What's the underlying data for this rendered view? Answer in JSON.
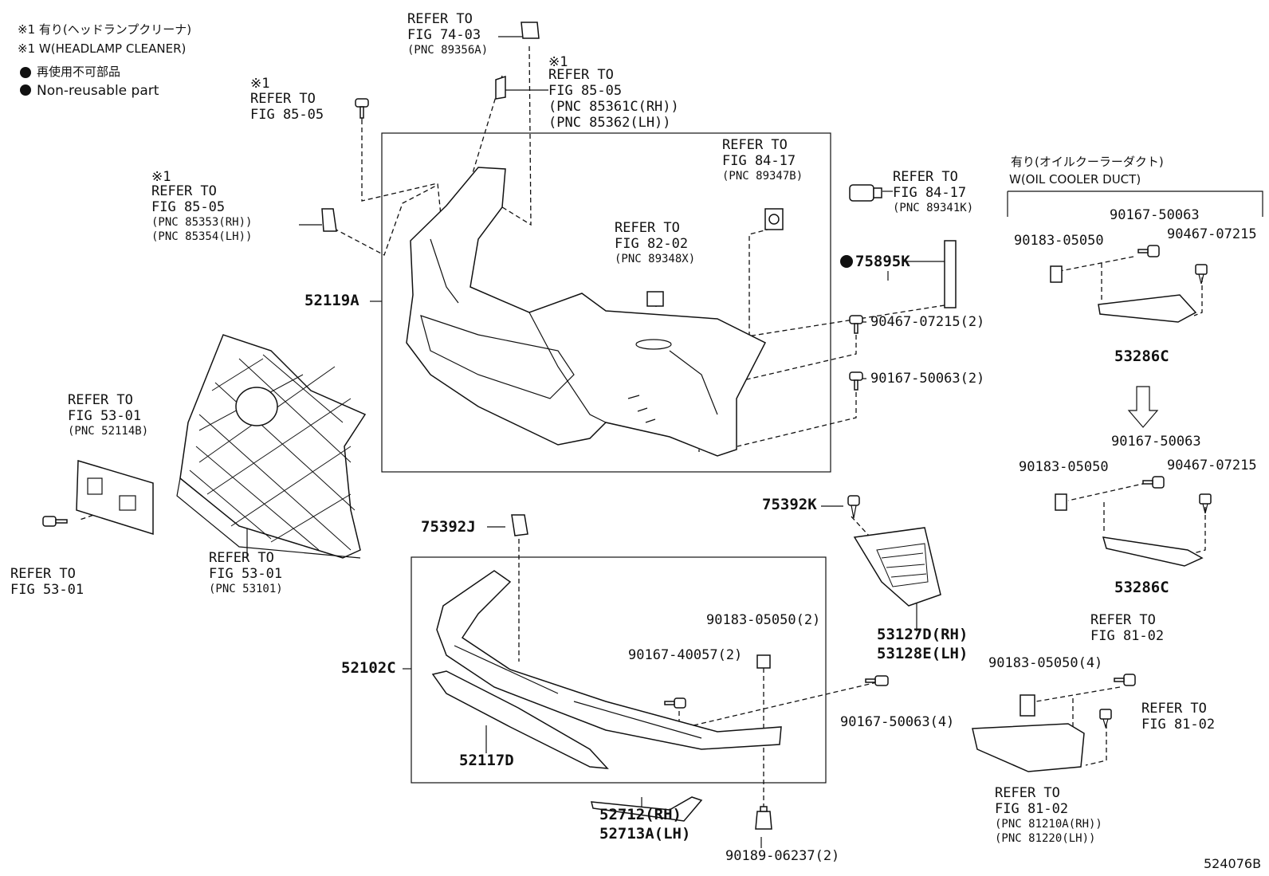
{
  "legend": {
    "note1_jp": "※1 有り(ヘッドランプクリーナ)",
    "note1_en": "※1 W(HEADLAMP CLEANER)",
    "nonreuse_jp": "再使用不可部品",
    "nonreuse_en": "Non-reusable part"
  },
  "oil_cooler": {
    "jp": "有り(オイルクーラーダクト)",
    "en": "W(OIL COOLER DUCT)"
  },
  "markers": {
    "note": "※1"
  },
  "refs": {
    "r1": [
      "REFER TO",
      "FIG 74-03",
      "(PNC 89356A)"
    ],
    "r2": [
      "REFER TO",
      "FIG 85-05",
      "(PNC 85361C(RH))",
      "(PNC 85362(LH))"
    ],
    "r3": [
      "REFER TO",
      "FIG 85-05"
    ],
    "r4": [
      "REFER TO",
      "FIG 85-05",
      "(PNC 85353(RH))",
      "(PNC 85354(LH))"
    ],
    "r5": [
      "REFER TO",
      "FIG 84-17",
      "(PNC 89347B)"
    ],
    "r6": [
      "REFER TO",
      "FIG 84-17",
      "(PNC 89341K)"
    ],
    "r7": [
      "REFER TO",
      "FIG 82-02",
      "(PNC 89348X)"
    ],
    "r8": [
      "REFER TO",
      "FIG 53-01",
      "(PNC 52114B)"
    ],
    "r9": [
      "REFER TO",
      "FIG 53-01"
    ],
    "r10": [
      "REFER TO",
      "FIG 53-01",
      "(PNC 53101)"
    ],
    "r11": [
      "REFER TO",
      "FIG 81-02"
    ],
    "r12": [
      "REFER TO",
      "FIG 81-02"
    ],
    "r13": [
      "REFER TO",
      "FIG 81-02",
      "(PNC 81210A(RH))",
      "(PNC 81220(LH))"
    ]
  },
  "parts": {
    "p52119A": "52119A",
    "p75895K": "75895K",
    "p90467_2": "90467-07215(2)",
    "p90167_2": "90167-50063(2)",
    "p53286C_a": "53286C",
    "p53286C_b": "53286C",
    "p90183_a": "90183-05050",
    "p90167_a": "90167-50063",
    "p90467_a": "90467-07215",
    "p90183_b": "90183-05050",
    "p90167_b": "90167-50063",
    "p90467_b": "90467-07215",
    "p75392K": "75392K",
    "p75392J": "75392J",
    "p53127D": "53127D(RH)",
    "p53128E": "53128E(LH)",
    "p52102C": "52102C",
    "p90183_2": "90183-05050(2)",
    "p90167_40057": "90167-40057(2)",
    "p90167_4": "90167-50063(4)",
    "p90183_4": "90183-05050(4)",
    "p52117D": "52117D",
    "p52712": "52712(RH)",
    "p52713A": "52713A(LH)",
    "p90189": "90189-06237(2)"
  },
  "diagram_id": "524076B"
}
